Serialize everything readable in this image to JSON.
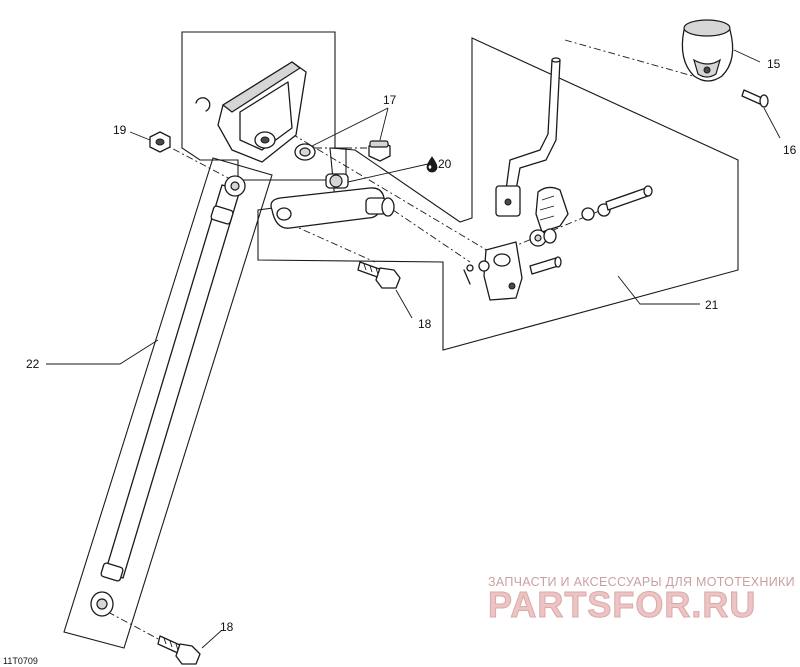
{
  "callouts": {
    "c15": "15",
    "c16": "16",
    "c17": "17",
    "c18_top": "18",
    "c18_bottom": "18",
    "c19": "19",
    "c20": "20",
    "c21": "21",
    "c22": "22"
  },
  "figure_id": "11T0709",
  "watermark": {
    "line": "ЗАПЧАСТИ И АКСЕССУАРЫ ДЛЯ МОТОТЕХНИКИ",
    "logo": "PARTSFOR.RU"
  },
  "colors": {
    "line": "#1a1a1a",
    "background": "#ffffff",
    "watermark": "#e4b4b4"
  },
  "icons": {
    "lubricant": "oil-drop-icon"
  }
}
